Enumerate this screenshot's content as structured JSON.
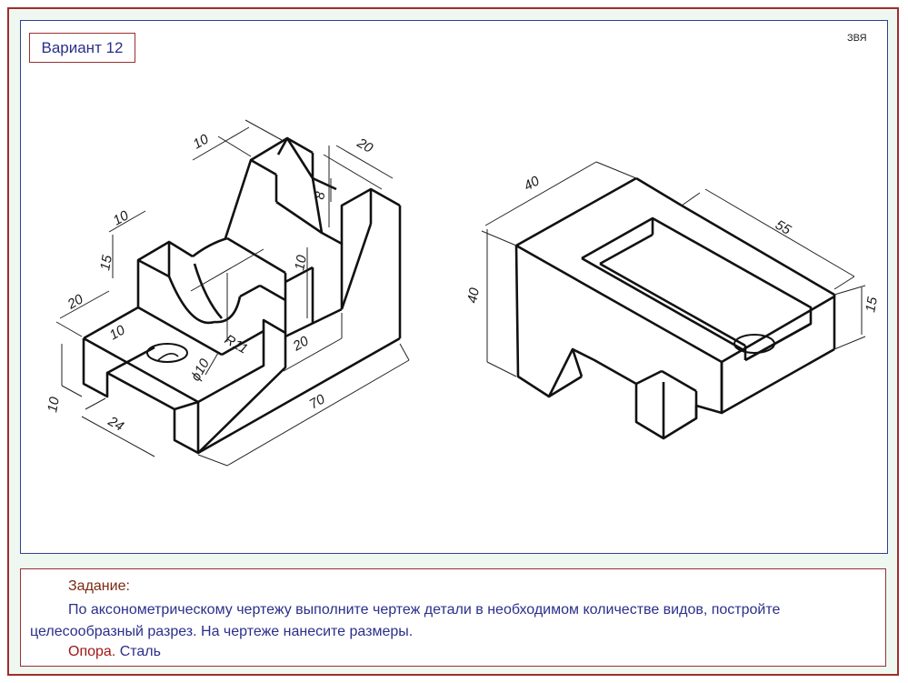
{
  "sheet": {
    "variant_label": "Вариант 12",
    "author_mark": "ЗВЯ"
  },
  "drawing": {
    "left_part_dimensions": [
      "10",
      "20",
      "8",
      "10",
      "15",
      "20",
      "10",
      "R11",
      "10",
      "20",
      "ϕ10",
      "10",
      "24",
      "70"
    ],
    "right_part_dimensions": [
      "40",
      "55",
      "40",
      "15"
    ]
  },
  "task": {
    "heading": "Задание:",
    "text": "По аксонометрическому чертежу выполните чертеж детали в необходимом количестве видов, постройте целесообразный разрез. На чертеже нанесите размеры.",
    "material_label": "Опора.",
    "material_value": "Сталь"
  },
  "colors": {
    "frame_border": "#a02d2d",
    "panel_border": "#2f3f8f",
    "text_blue": "#2b2f8a",
    "heading_brown": "#7a2a10",
    "material_red": "#a01818"
  }
}
